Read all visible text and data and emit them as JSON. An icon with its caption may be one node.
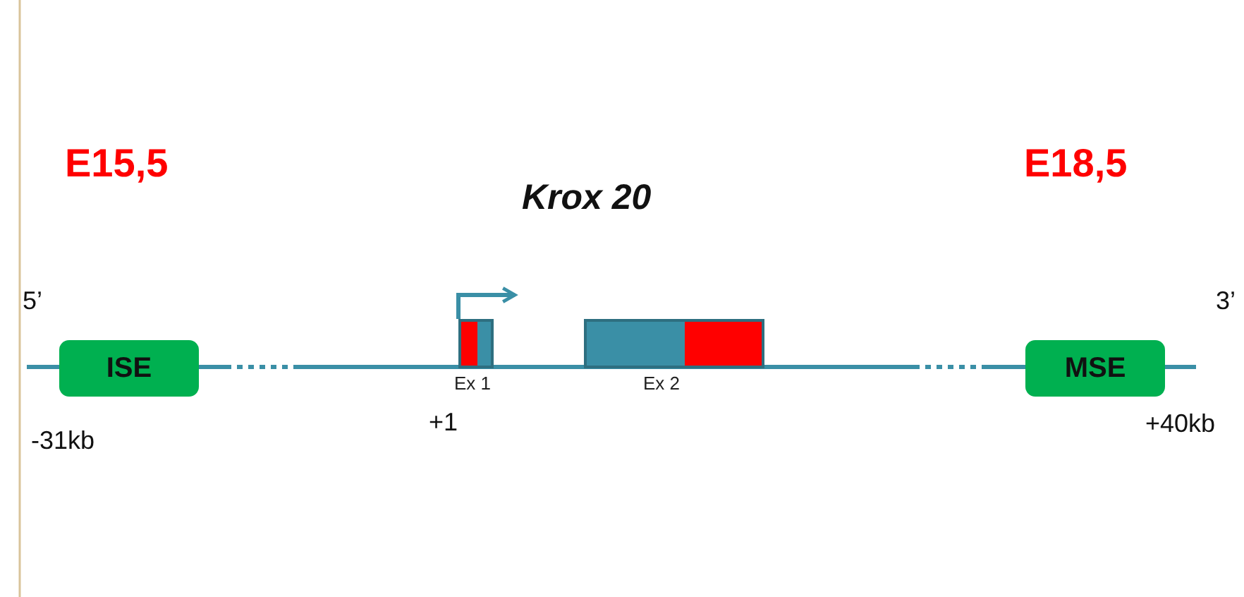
{
  "diagram": {
    "title": "Krox 20",
    "nodes": [
      {
        "text": [
          "ISE"
        ]
      },
      {
        "text": [],
        "shape": "box",
        "beside": [
          "Ex 1"
        ]
      },
      {
        "text": [],
        "shape": "box",
        "beside": [
          "Ex 2"
        ]
      },
      {
        "text": [
          "MSE"
        ]
      }
    ],
    "labels": [
      "E15,5",
      "E18,5",
      "5’",
      "3’",
      "-31kb",
      "+1",
      "+40kb"
    ]
  }
}
